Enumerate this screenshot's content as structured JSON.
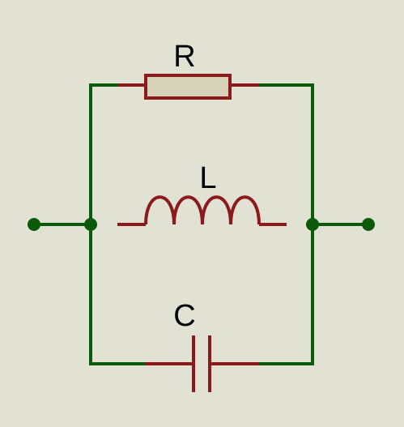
{
  "background": "#e1e1d4",
  "colors": {
    "wire": "#0a5a0a",
    "component": "#8b1a1a",
    "resistor_fill": "#d6d2b8",
    "node": "#0a5a0a"
  },
  "components": {
    "resistor": {
      "label": "R"
    },
    "inductor": {
      "label": "L"
    },
    "capacitor": {
      "label": "C"
    }
  }
}
